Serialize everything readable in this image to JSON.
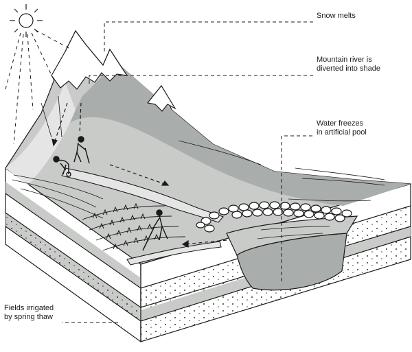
{
  "labels": {
    "snow_melts": [
      "Snow melts"
    ],
    "river_diverted": [
      "Mountain river is",
      "diverted into shade"
    ],
    "water_freezes": [
      "Water freezes",
      "in artificial pool"
    ],
    "fields_irrigated": [
      "Fields irrigated",
      "by spring thaw"
    ]
  },
  "colors": {
    "ink": "#1a1a1a",
    "terrain_grey": "#c9cbc9",
    "shade_grey": "#a9adab",
    "light_grey": "#e4e5e4",
    "snow": "#ffffff"
  },
  "icons": [
    "sun-icon",
    "farmer-figure"
  ]
}
